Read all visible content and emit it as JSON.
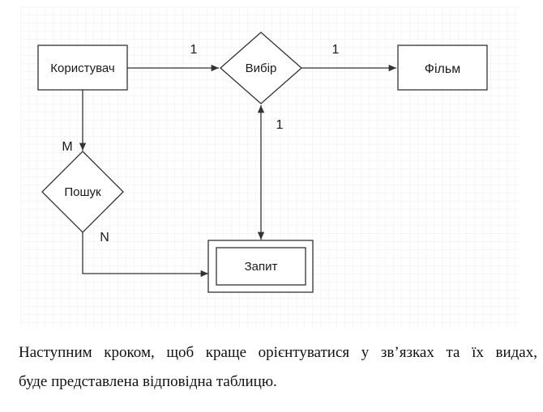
{
  "diagram": {
    "entities": {
      "user": "Користувач",
      "film": "Фільм",
      "request": "Запит"
    },
    "relationships": {
      "choice": "Вибір",
      "search": "Пошук"
    },
    "cardinalities": {
      "user_choice": "1",
      "choice_film": "1",
      "choice_request": "1",
      "user_search": "M",
      "search_request": "N"
    }
  },
  "caption": {
    "line1": "Наступним кроком, щоб краще орієнтуватися у зв’язках та їх видах,",
    "line2": "буде представлена відповідна таблицю."
  },
  "colors": {
    "grid": "#e3e3e3",
    "stroke": "#333333",
    "text": "#1a1a1a"
  }
}
